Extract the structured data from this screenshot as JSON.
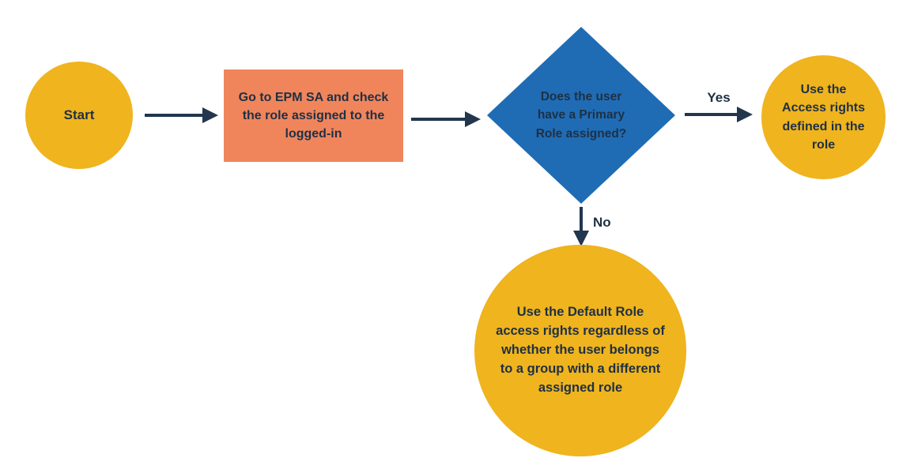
{
  "nodes": {
    "start": {
      "label": "Start",
      "shape": "circle",
      "color": "#EFB41E"
    },
    "check_role": {
      "label": "Go to EPM SA and check the role assigned to the logged-in",
      "shape": "rectangle",
      "color": "#F0855C"
    },
    "decision": {
      "label": "Does the user have a Primary Role assigned?",
      "shape": "diamond",
      "color": "#1F6CB5"
    },
    "yes_outcome": {
      "label": "Use the Access rights defined in the role",
      "shape": "circle",
      "color": "#EFB41E"
    },
    "no_outcome": {
      "label": "Use the Default Role access rights regardless of whether the user belongs to a group with a different assigned role",
      "shape": "circle",
      "color": "#EFB41E"
    }
  },
  "edges": {
    "yes": {
      "label": "Yes"
    },
    "no": {
      "label": "No"
    }
  },
  "colors": {
    "node_gold": "#EFB41E",
    "node_orange": "#F0855C",
    "node_blue": "#1F6CB5",
    "text": "#1F3044",
    "arrow": "#22364E",
    "background": "#FFFFFF"
  }
}
